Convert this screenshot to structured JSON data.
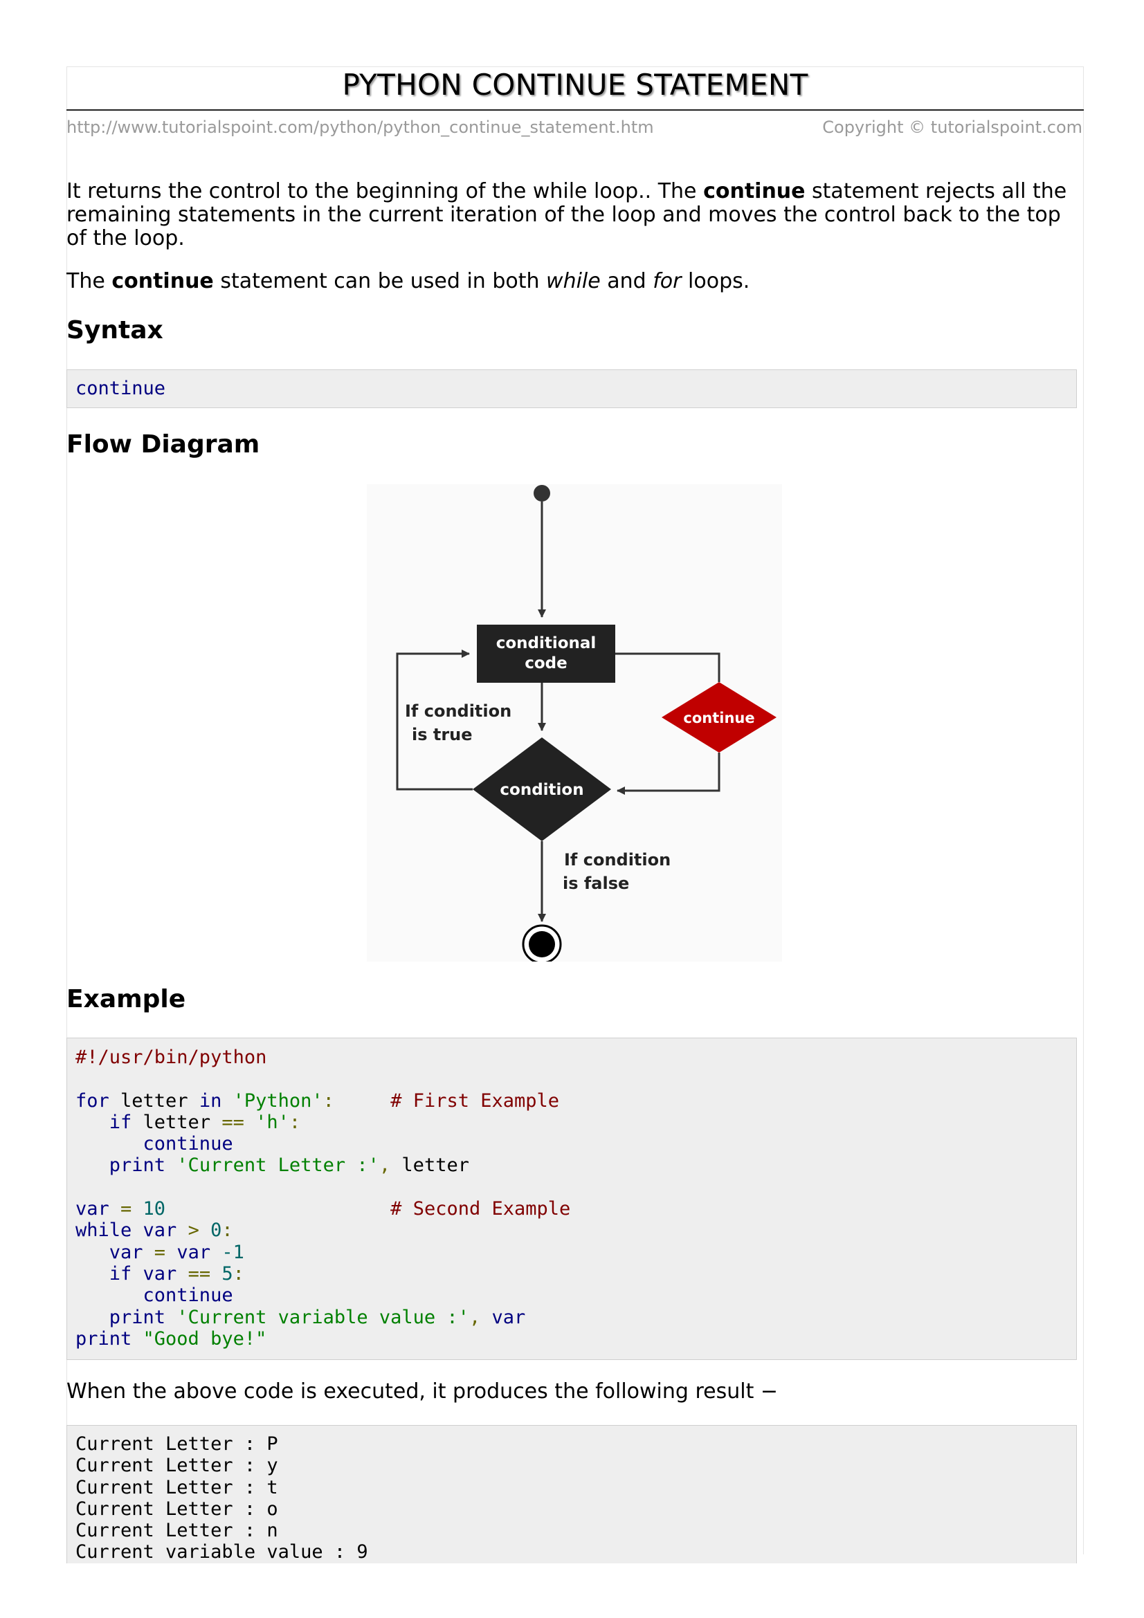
{
  "header": {
    "title": "PYTHON CONTINUE STATEMENT",
    "url": "http://www.tutorialspoint.com/python/python_continue_statement.htm",
    "copyright": "Copyright © tutorialspoint.com"
  },
  "intro": {
    "p1_a": "It returns the control to the beginning of the while loop.. The ",
    "p1_bold": "continue",
    "p1_b": " statement rejects all the remaining statements in the current iteration of the loop and moves the control back to the top of the loop.",
    "p2_a": "The ",
    "p2_bold": "continue",
    "p2_b": " statement can be used in both ",
    "p2_while": "while",
    "p2_c": " and ",
    "p2_for": "for",
    "p2_d": " loops."
  },
  "syntax": {
    "heading": "Syntax",
    "code": "continue"
  },
  "flow": {
    "heading": "Flow Diagram",
    "box_line1": "conditional",
    "box_line2": "code",
    "condition": "condition",
    "continue": "continue",
    "true_line1": "If condition",
    "true_line2": "is true",
    "false_line1": "If condition",
    "false_line2": "is false"
  },
  "example": {
    "heading": "Example",
    "l1": "#!/usr/bin/python",
    "l3_for": "for",
    "l3_letter": " letter ",
    "l3_in": "in",
    "l3_str": " 'Python'",
    "l3_colon": ":",
    "l3_com": "     # First Example",
    "l4_if": "   if",
    "l4_letter": " letter ",
    "l4_eq": "==",
    "l4_str": " 'h'",
    "l4_colon": ":",
    "l5": "      continue",
    "l6_print": "   print",
    "l6_str": " 'Current Letter :'",
    "l6_comma": ",",
    "l6_var": " letter",
    "l8_var": "var",
    "l8_eq": " =",
    "l8_num": " 10",
    "l8_com": "                    # Second Example",
    "l9_while": "while",
    "l9_var": " var",
    "l9_gt": " >",
    "l9_num": " 0",
    "l9_colon": ":",
    "l10_var": "   var",
    "l10_eq": " =",
    "l10_var2": " var",
    "l10_num": " -1",
    "l11_if": "   if",
    "l11_var": " var",
    "l11_eq": " ==",
    "l11_num": " 5",
    "l11_colon": ":",
    "l12": "      continue",
    "l13_print": "   print",
    "l13_str": " 'Current variable value :'",
    "l13_comma": ",",
    "l13_var": " var",
    "l14_print": "print",
    "l14_str": " \"Good bye!\""
  },
  "result": {
    "text": "When the above code is executed, it produces the following result −",
    "lines": [
      "Current Letter : P",
      "Current Letter : y",
      "Current Letter : t",
      "Current Letter : o",
      "Current Letter : n",
      "Current variable value : 9"
    ]
  }
}
